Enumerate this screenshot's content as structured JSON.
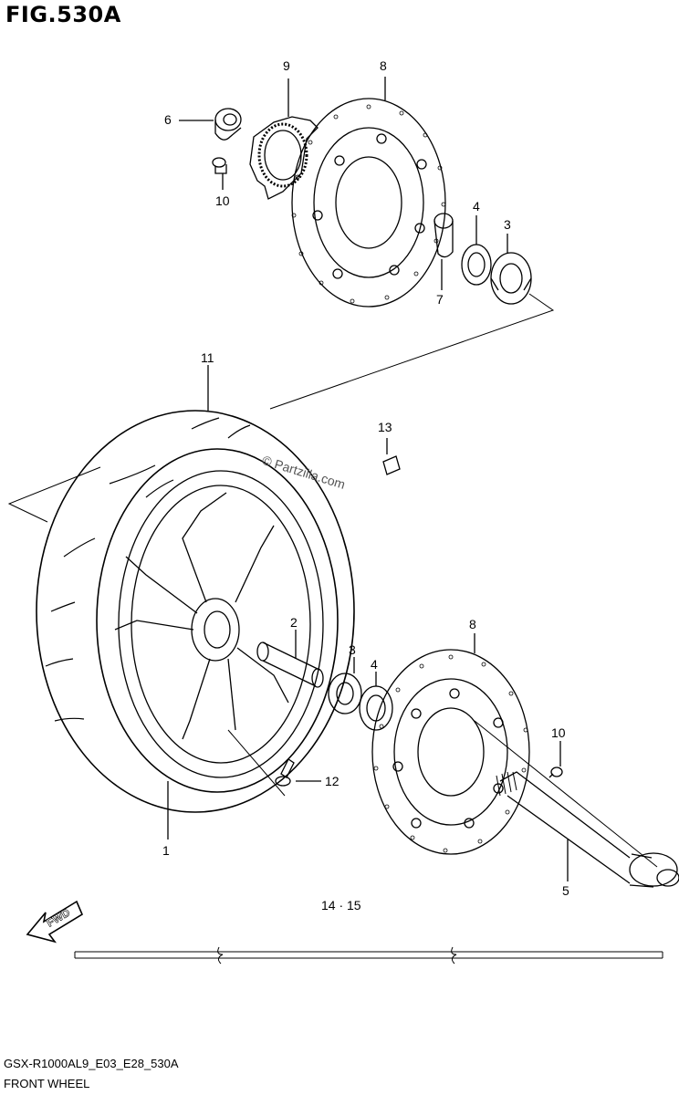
{
  "figure": {
    "title": "FIG.530A",
    "model_code": "GSX-R1000AL9_E03_E28_530A",
    "section_name": "FRONT WHEEL",
    "page_ref": "14 · 15",
    "watermark": "© Partzilla.com",
    "fwd_label": "FWD"
  },
  "callouts": [
    "9",
    "8",
    "6",
    "10",
    "4",
    "3",
    "7",
    "11",
    "13",
    "2",
    "3",
    "4",
    "8",
    "10",
    "12",
    "1",
    "5"
  ]
}
